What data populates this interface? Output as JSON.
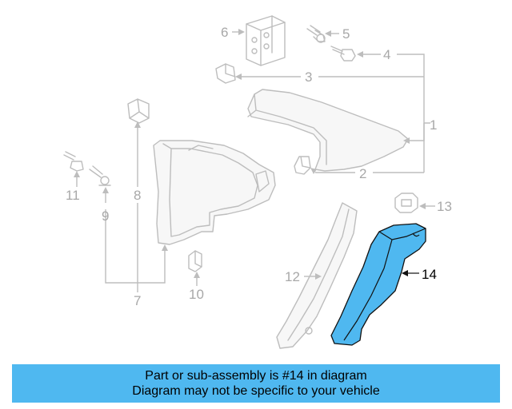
{
  "callouts": [
    "1",
    "2",
    "3",
    "4",
    "5",
    "6",
    "7",
    "8",
    "9",
    "10",
    "11",
    "12",
    "13",
    "14"
  ],
  "highlighted_part": "14",
  "highlight_color": "#4fb8f0",
  "banner": {
    "line1": "Part or sub-assembly is #14 in diagram",
    "line2": "Diagram may not be specific to your vehicle"
  }
}
